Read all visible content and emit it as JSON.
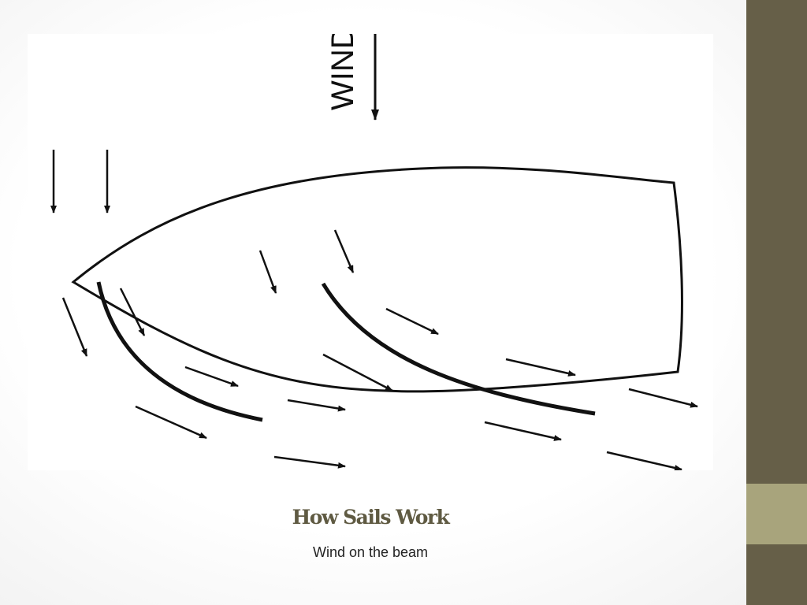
{
  "slide": {
    "title": "How Sails Work",
    "subtitle": "Wind on the beam"
  },
  "diagram": {
    "wind_label": "WIND"
  },
  "colors": {
    "sidebar": "#665f48",
    "sidebar_accent": "#a8a47c",
    "title": "#5f5a42"
  }
}
